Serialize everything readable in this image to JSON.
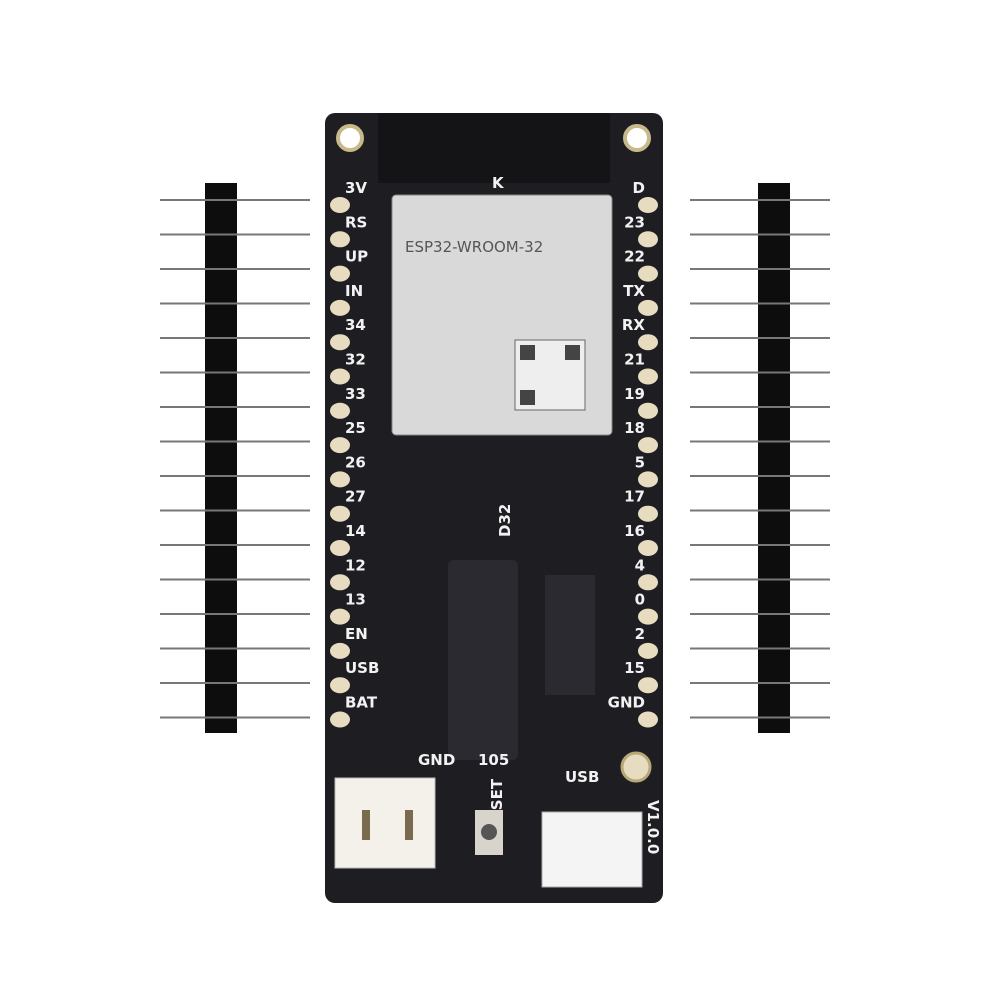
{
  "board": {
    "module_label": "ESP32-WROOM-32",
    "board_name": "D32",
    "left_pins": [
      "3V",
      "RS",
      "UP",
      "IN",
      "34",
      "32",
      "33",
      "25",
      "26",
      "27",
      "14",
      "12",
      "13",
      "EN",
      "USB",
      "BAT"
    ],
    "right_pins": [
      "D",
      "23",
      "22",
      "TX",
      "RX",
      "21",
      "19",
      "18",
      "5",
      "17",
      "16",
      "4",
      "0",
      "2",
      "15",
      "GND"
    ],
    "top_mark": "K",
    "gnd_label": "GND",
    "chip_code": "105",
    "usb_label": "USB",
    "reset_label": "RESET",
    "version_label": "V1.0.0",
    "colors": {
      "pcb": "#1d1d22",
      "pad": "#e8dcc0",
      "module": "#d9d9d9",
      "header": "#0d0d0d",
      "connector": "#f4f1ea"
    }
  },
  "headers": {
    "pin_count": 16
  }
}
